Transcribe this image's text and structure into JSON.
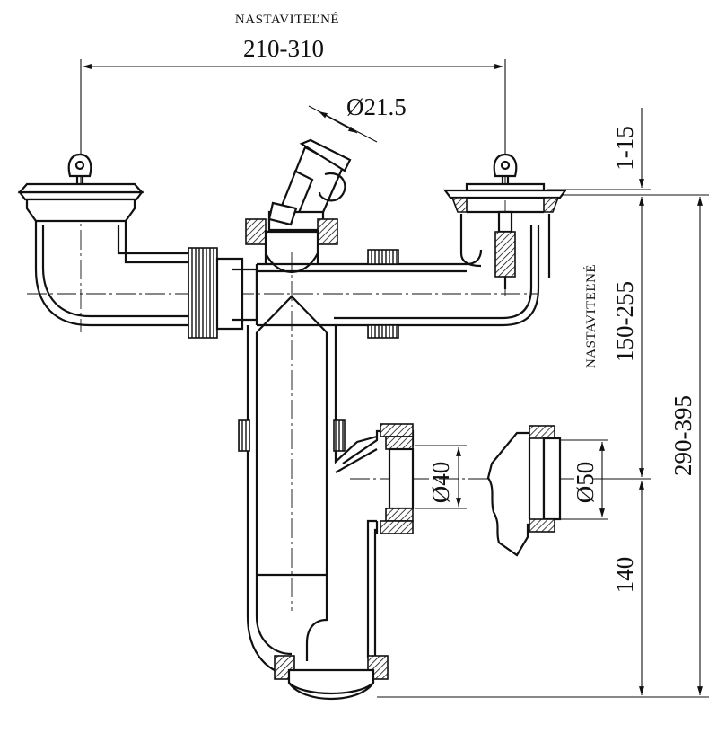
{
  "labels": {
    "adjustable_top": "NASTAVITEĽNÉ",
    "width_range": "210-310",
    "diameter_outlet": "Ø21.5",
    "height_small": "1-15",
    "adjustable_side": "NASTAVITEĽNÉ",
    "height_upper": "150-255",
    "height_total": "290-395",
    "diameter_40": "Ø40",
    "diameter_50": "Ø50",
    "height_lower": "140"
  }
}
